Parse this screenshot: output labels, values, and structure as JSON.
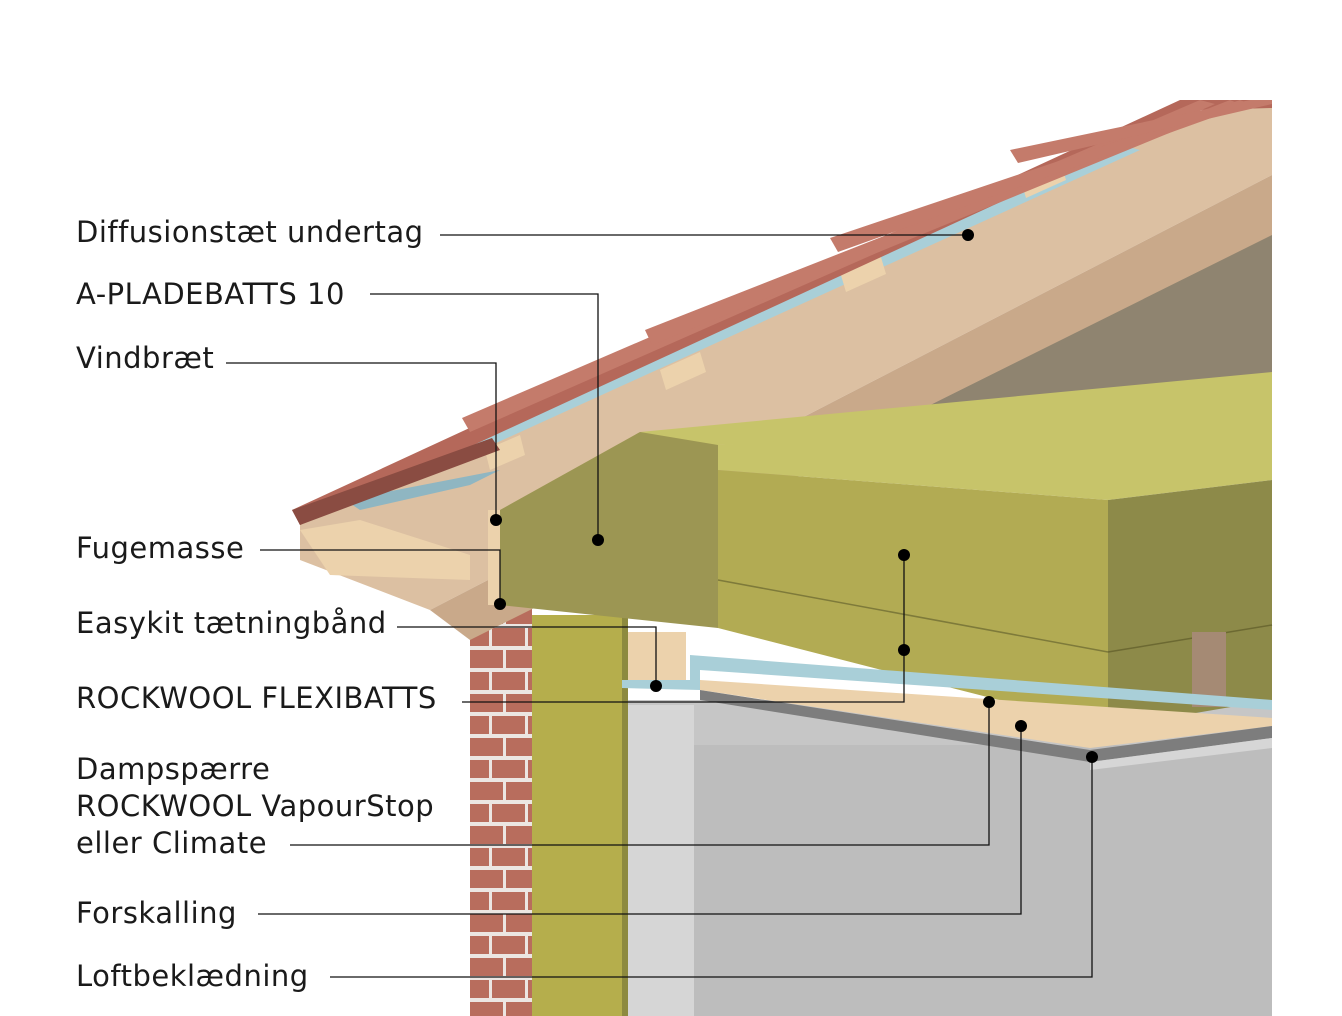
{
  "labels": {
    "diffusion": "Diffusionstæt undertag",
    "apladebatts": "A-PLADEBATTS 10",
    "vindbraet": "Vindbræt",
    "fugemasse": "Fugemasse",
    "easykit": "Easykit tætningbånd",
    "flexibatts": "ROCKWOOL FLEXIBATTS",
    "dampsparre_1": "Dampspærre",
    "dampsparre_2": "ROCKWOOL VapourStop",
    "dampsparre_3": "eller Climate",
    "forskalling": "Forskalling",
    "loftbeklaedning": "Loftbeklædning"
  },
  "colors": {
    "tile": "#b5685a",
    "tile_dark": "#8a4c42",
    "rafter": "#dcc0a2",
    "rafter_dark": "#9c8a74",
    "wood_light": "#ecd2ac",
    "insulation_top": "#c7c46a",
    "insulation_front": "#b2ab53",
    "insulation_side": "#8d8a49",
    "apladebatts": "#9c9653",
    "brick": "#b86d5d",
    "mortar": "#ece6e2",
    "wall_insul": "#b5ae4c",
    "ceiling_plaster": "#c8c8c8",
    "membrane": "#a9cfd8",
    "leader": "#111111"
  }
}
